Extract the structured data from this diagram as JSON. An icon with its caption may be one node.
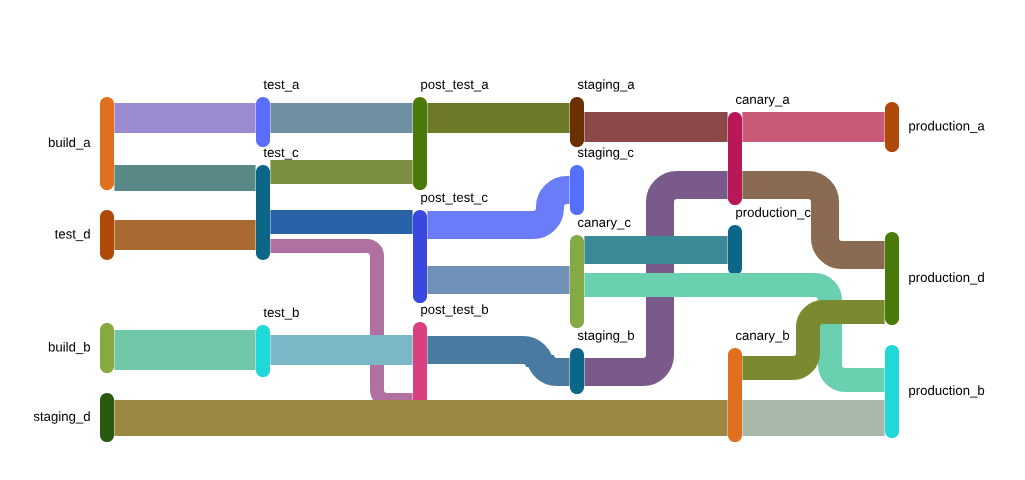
{
  "diagram": {
    "nodes": [
      {
        "text": [
          "build_a"
        ]
      },
      {
        "text": [
          "test_d"
        ]
      },
      {
        "text": [
          "build_b"
        ]
      },
      {
        "text": [
          "staging_d"
        ]
      },
      {
        "text": [
          "test_a"
        ]
      },
      {
        "text": [
          "test_c"
        ]
      },
      {
        "text": [
          "test_b"
        ]
      },
      {
        "text": [
          "post_test_a"
        ]
      },
      {
        "text": [
          "post_test_c"
        ]
      },
      {
        "text": [
          "post_test_b"
        ]
      },
      {
        "text": [
          "staging_a"
        ]
      },
      {
        "text": [
          "staging_c"
        ]
      },
      {
        "text": [
          "canary_c"
        ]
      },
      {
        "text": [
          "staging_b"
        ]
      },
      {
        "text": [
          "canary_a"
        ]
      },
      {
        "text": [
          "production_c"
        ]
      },
      {
        "text": [
          "canary_b"
        ]
      },
      {
        "text": [
          "production_a"
        ]
      },
      {
        "text": [
          "production_d"
        ]
      },
      {
        "text": [
          "production_b"
        ]
      }
    ],
    "edges": [
      {
        "from": 0,
        "to": 4,
        "arrow": "none",
        "color": "#9a8ad0"
      },
      {
        "from": 0,
        "to": 5,
        "arrow": "none",
        "color": "#5a8a88"
      },
      {
        "from": 1,
        "to": 5,
        "arrow": "none",
        "color": "#a86a30"
      },
      {
        "from": 4,
        "to": 7,
        "arrow": "none",
        "color": "#6f90a0"
      },
      {
        "from": 5,
        "to": 7,
        "arrow": "none",
        "color": "#7a9040"
      },
      {
        "from": 5,
        "to": 8,
        "arrow": "none",
        "color": "#2a62a8"
      },
      {
        "from": 5,
        "to": 9,
        "arrow": "none",
        "color": "#b070a0"
      },
      {
        "from": 7,
        "to": 10,
        "arrow": "none",
        "color": "#6e7a28"
      },
      {
        "from": 8,
        "to": 11,
        "arrow": "none",
        "color": "#6a7cf8"
      },
      {
        "from": 8,
        "to": 12,
        "arrow": "none",
        "color": "#7090b8"
      },
      {
        "from": 6,
        "to": 9,
        "arrow": "none",
        "color": "#7ab8c8"
      },
      {
        "from": 2,
        "to": 6,
        "arrow": "none",
        "color": "#70c8a8"
      },
      {
        "from": 9,
        "to": 13,
        "arrow": "none",
        "color": "#4a7aa0"
      },
      {
        "from": 3,
        "to": 16,
        "arrow": "none",
        "color": "#9a8840"
      },
      {
        "from": 10,
        "to": 14,
        "arrow": "none",
        "color": "#8a4848"
      },
      {
        "from": 13,
        "to": 14,
        "arrow": "none",
        "color": "#7a5a8a"
      },
      {
        "from": 14,
        "to": 17,
        "arrow": "none",
        "color": "#c85a78"
      },
      {
        "from": 14,
        "to": 18,
        "arrow": "none",
        "color": "#8a6a50"
      },
      {
        "from": 12,
        "to": 15,
        "arrow": "none",
        "color": "#3a8a98"
      },
      {
        "from": 12,
        "to": 19,
        "arrow": "none",
        "color": "#6ad0b0"
      },
      {
        "from": 16,
        "to": 19,
        "arrow": "none",
        "color": "#a8b8a8"
      },
      {
        "from": 16,
        "to": 18,
        "arrow": "none",
        "color": "#7a8a30"
      }
    ]
  }
}
